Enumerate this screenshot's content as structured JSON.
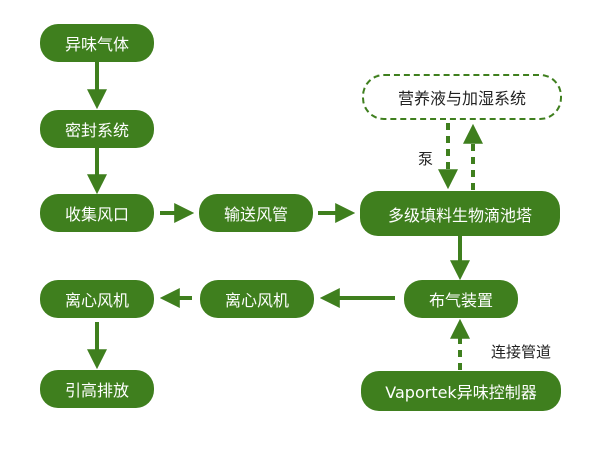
{
  "colors": {
    "node_fill": "#3f7f1e",
    "node_text": "#ffffff",
    "arrow": "#3f7f1e",
    "dashed_border": "#3f7f1e",
    "label_text": "#222222"
  },
  "nodes": {
    "odor_gas": "异味气体",
    "sealing_system": "密封系统",
    "collection_port": "收集风口",
    "delivery_duct": "输送风管",
    "biotower": "多级填料生物滴池塔",
    "nutrient_system": "营养液与加湿系统",
    "gas_distributor": "布气装置",
    "fan_middle": "离心风机",
    "fan_left": "离心风机",
    "stack_discharge": "引高排放",
    "controller": "Vaportek异味控制器"
  },
  "edge_labels": {
    "pump": "泵",
    "connect_pipe": "连接管道"
  }
}
